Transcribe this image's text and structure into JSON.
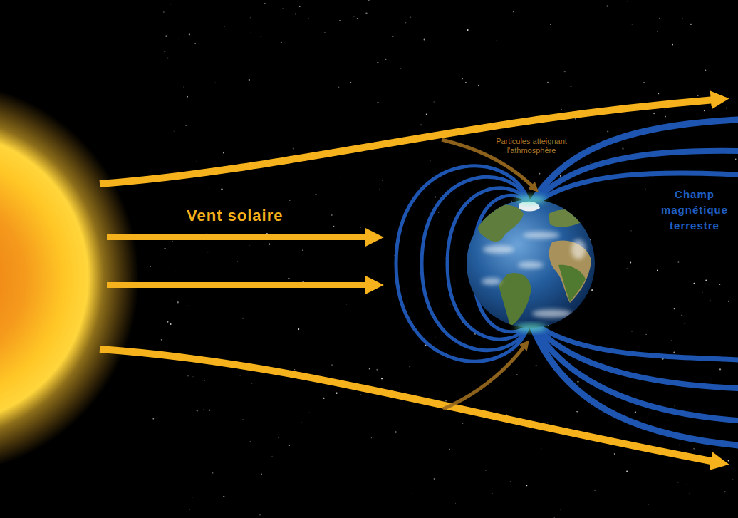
{
  "diagram": {
    "labels": [
      "Particules atteignant l'athmosphère",
      "Champ magnétique terrestre",
      "Vent solaire"
    ]
  }
}
